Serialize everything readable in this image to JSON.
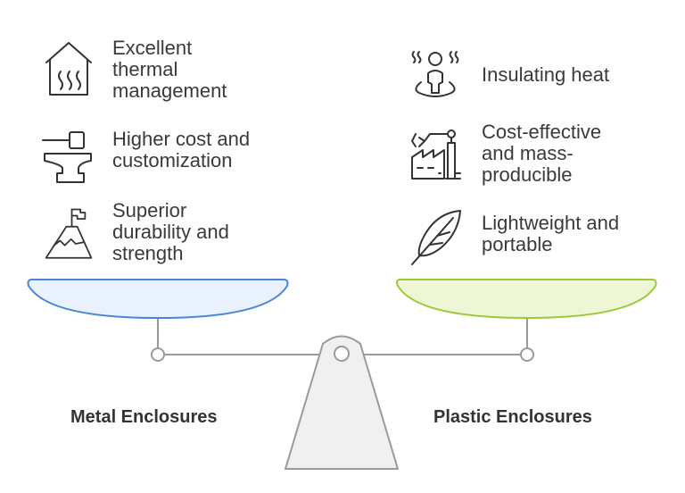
{
  "left": {
    "title": "Metal Enclosures",
    "pan_fill": "#e8f1fd",
    "pan_stroke": "#4a86d6",
    "items": [
      {
        "icon": "house-heat-icon",
        "label": "Excellent\nthermal\nmanagement"
      },
      {
        "icon": "anvil-icon",
        "label": "Higher cost and\ncustomization"
      },
      {
        "icon": "mountain-flag-icon",
        "label": "Superior\ndurability and\nstrength"
      }
    ]
  },
  "right": {
    "title": "Plastic Enclosures",
    "pan_fill": "#eef6d6",
    "pan_stroke": "#9cc93a",
    "items": [
      {
        "icon": "person-heat-icon",
        "label": "Insulating heat"
      },
      {
        "icon": "factory-robot-icon",
        "label": "Cost-effective\nand mass-\nproducible"
      },
      {
        "icon": "feather-icon",
        "label": "Lightweight and\nportable"
      }
    ]
  }
}
